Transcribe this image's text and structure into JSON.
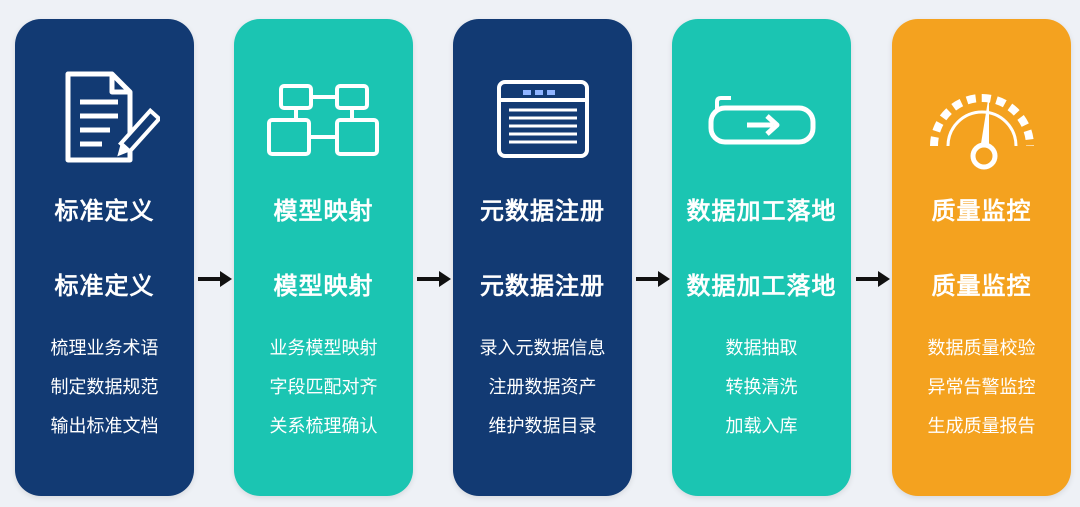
{
  "steps": [
    {
      "icon": "document-pencil-icon",
      "title": "标准定义",
      "subtitle": "标准定义",
      "items": [
        "梳理业务术语",
        "制定数据规范",
        "输出标准文档"
      ]
    },
    {
      "icon": "hierarchy-diagram-icon",
      "title": "模型映射",
      "subtitle": "模型映射",
      "items": [
        "业务模型映射",
        "字段匹配对齐",
        "关系梳理确认"
      ]
    },
    {
      "icon": "data-table-icon",
      "title": "元数据注册",
      "subtitle": "元数据注册",
      "items": [
        "录入元数据信息",
        "注册数据资产",
        "维护数据目录"
      ]
    },
    {
      "icon": "pipeline-arrow-icon",
      "title": "数据加工落地",
      "subtitle": "数据加工落地",
      "items": [
        "数据抽取",
        "转换清洗",
        "加载入库"
      ]
    },
    {
      "icon": "gauge-icon",
      "title": "质量监控",
      "subtitle": "质量监控",
      "items": [
        "数据质量校验",
        "异常告警监控",
        "生成质量报告"
      ]
    }
  ],
  "colors": {
    "navy": "#123a73",
    "teal": "#1bc5b2",
    "orange": "#f4a21f",
    "background": "#eef1f6",
    "arrow": "#111111"
  }
}
